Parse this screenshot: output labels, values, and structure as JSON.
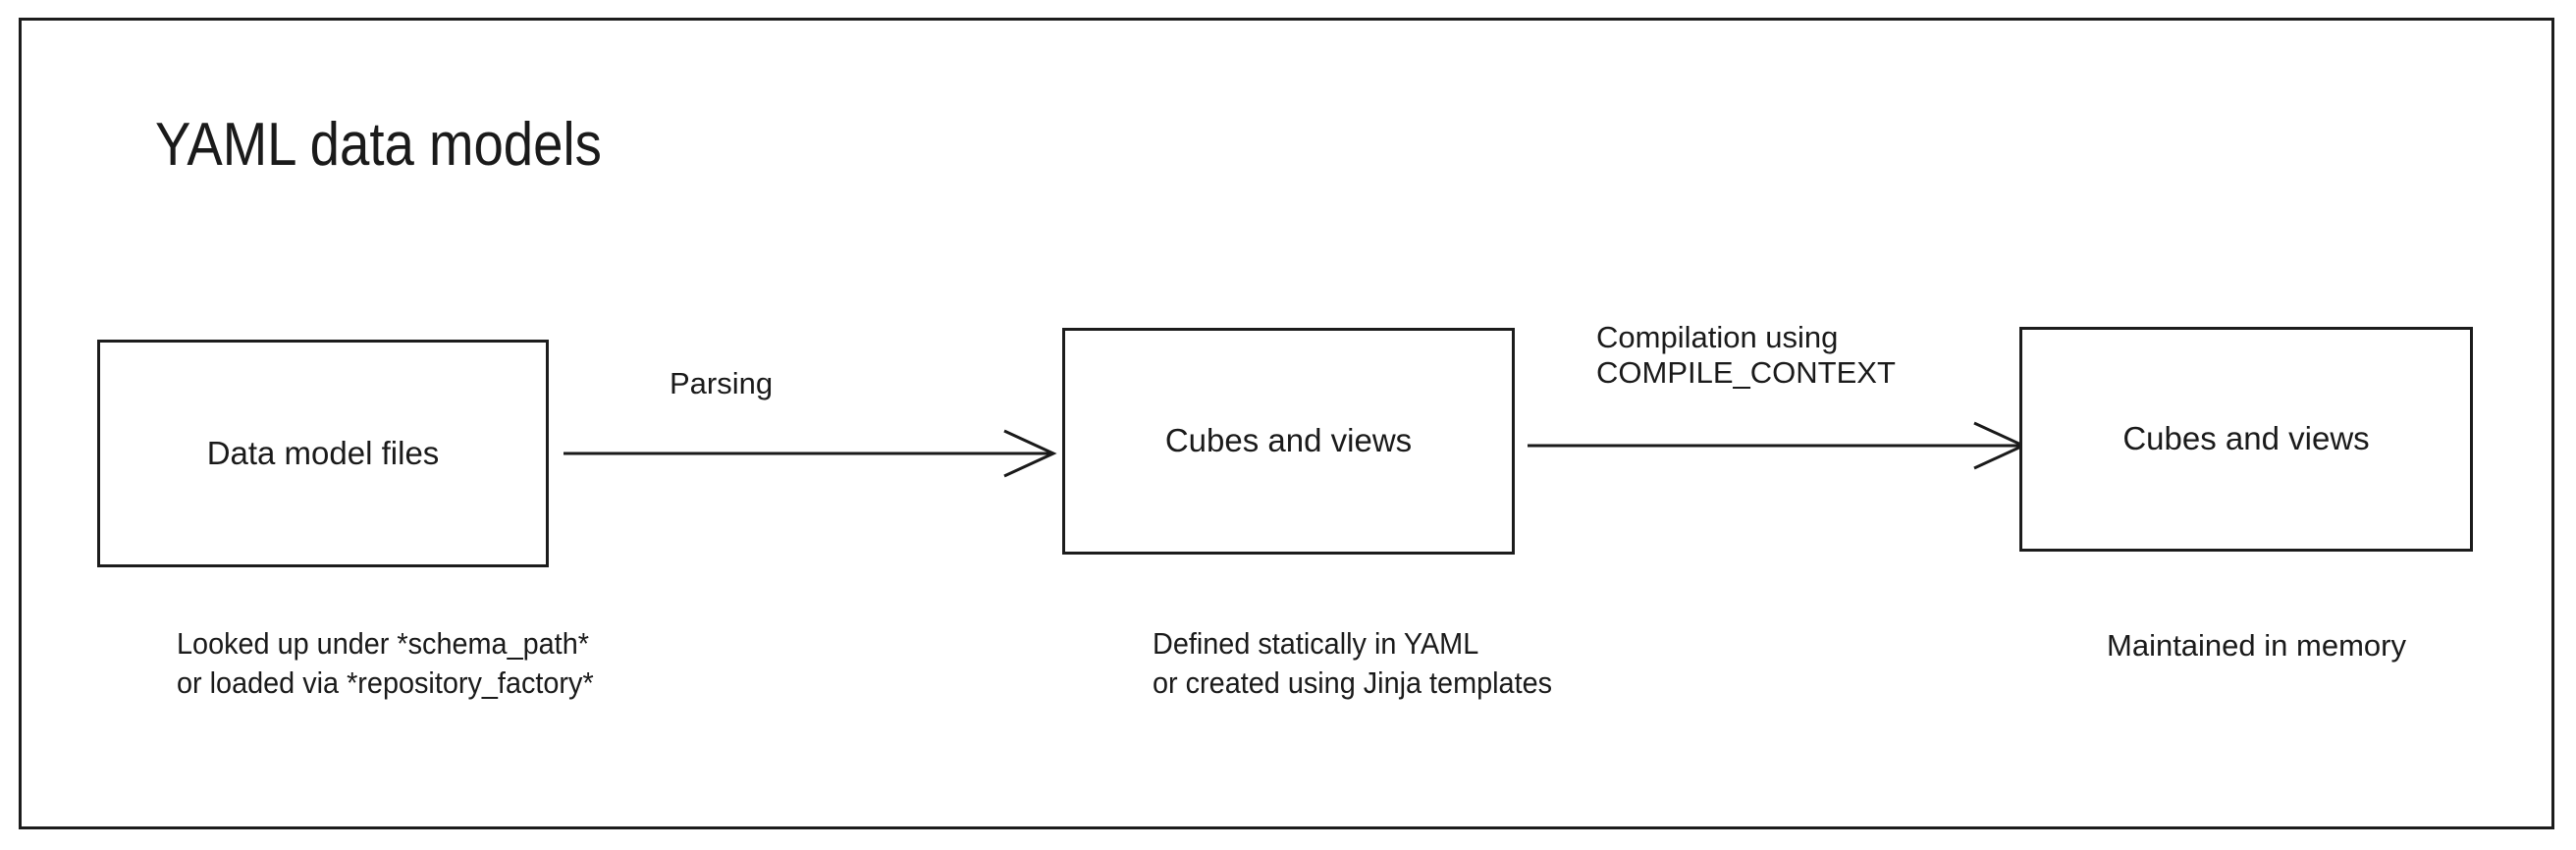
{
  "slide": {
    "title": "YAML data models",
    "border_color": "#1c1c1c",
    "background_color": "#ffffff",
    "text_color": "#1a1a1a"
  },
  "diagram": {
    "type": "flow",
    "nodes": [
      {
        "id": "data-model-files",
        "label": "Data model files",
        "caption": "Looked up under *schema_path*\nor loaded via *repository_factory*"
      },
      {
        "id": "cubes-views-yaml",
        "label": "Cubes and views",
        "caption": "Defined statically in YAML\nor created using Jinja templates"
      },
      {
        "id": "cubes-views-mem",
        "label": "Cubes and views",
        "caption": "Maintained in memory"
      }
    ],
    "edges": [
      {
        "id": "parsing",
        "from": "data-model-files",
        "to": "cubes-views-yaml",
        "label": "Parsing",
        "arrowhead": "open-v"
      },
      {
        "id": "compilation",
        "from": "cubes-views-yaml",
        "to": "cubes-views-mem",
        "label": "Compilation using\nCOMPILE_CONTEXT",
        "arrowhead": "open-v"
      }
    ]
  }
}
